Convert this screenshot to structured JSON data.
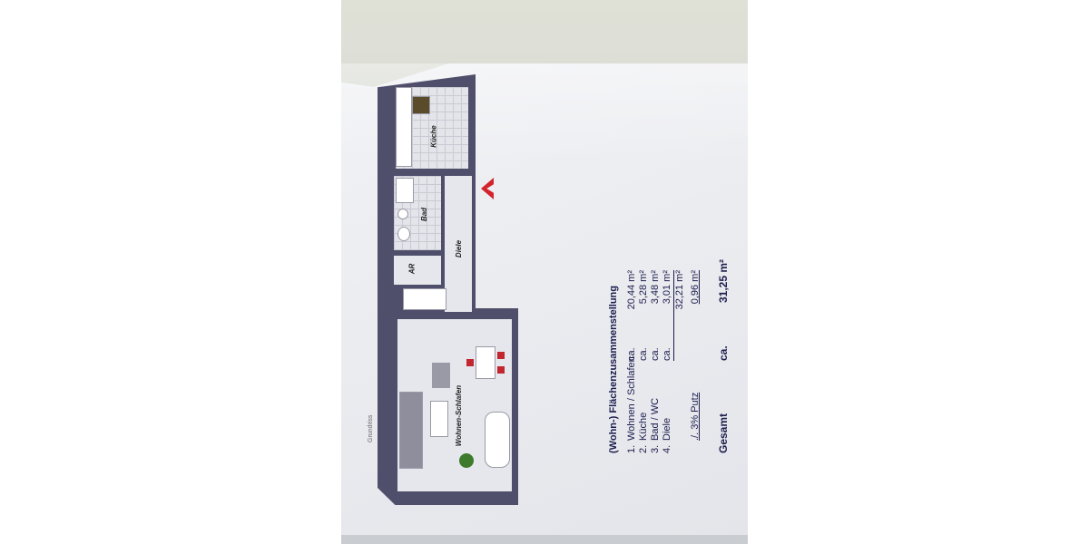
{
  "plan": {
    "caption": "Grundriss",
    "rooms": {
      "kitchen": "Küche",
      "bath": "Bad",
      "storage": "AR",
      "hall": "Diele",
      "living": "Wohnen-Schlafen"
    }
  },
  "summary": {
    "title": "(Wohn-) Flächenzusammenstellung",
    "rows": [
      {
        "num": "1.",
        "name": "Wohnen / Schlafen",
        "ca": "ca.",
        "value": "20,44 m²"
      },
      {
        "num": "2.",
        "name": "Küche",
        "ca": "ca.",
        "value": "5,28 m²"
      },
      {
        "num": "3.",
        "name": "Bad / WC",
        "ca": "ca.",
        "value": "3,48 m²"
      },
      {
        "num": "4.",
        "name": "Diele",
        "ca": "ca.",
        "value": "3,01 m²"
      }
    ],
    "subtotal": "32,21 m²",
    "putz_label": "./. 3% Putz",
    "putz_value": "0,96 m²",
    "total_label": "Gesamt",
    "total_ca": "ca.",
    "total_value": "31,25 m²"
  },
  "colors": {
    "wall": "#4f4f6c",
    "text": "#1d1d4d",
    "entry_arrow": "#d4232d"
  }
}
